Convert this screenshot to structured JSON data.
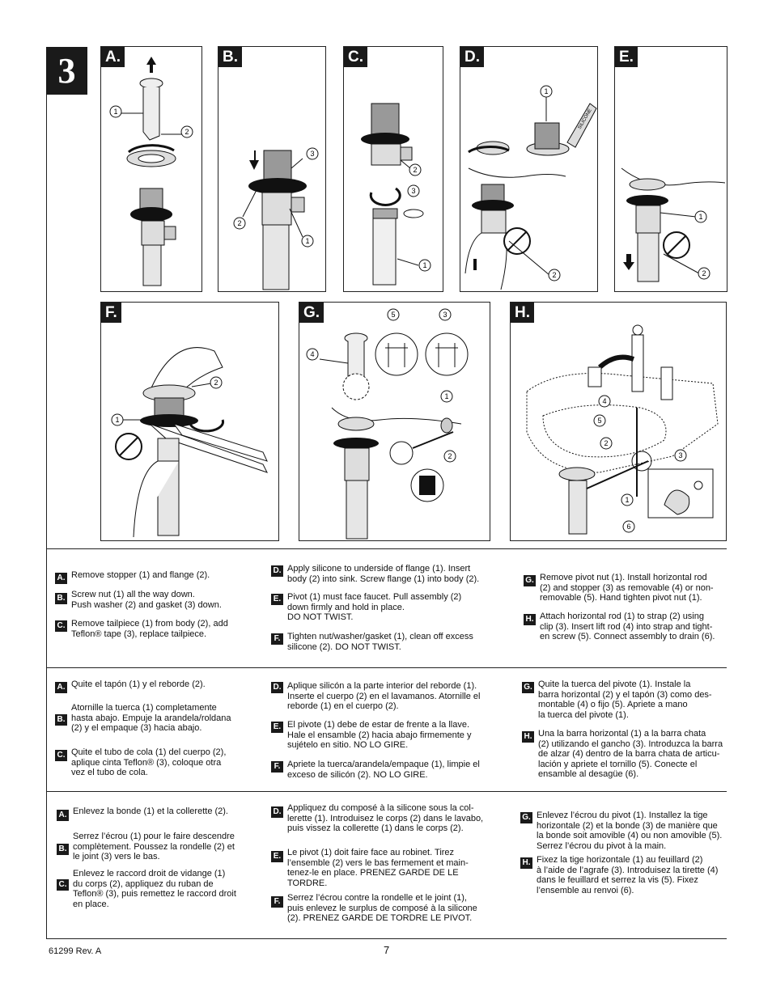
{
  "step_number": "3",
  "panels": [
    {
      "label": "A.",
      "callouts": [
        "1",
        "2"
      ]
    },
    {
      "label": "B.",
      "callouts": [
        "3",
        "2",
        "1"
      ]
    },
    {
      "label": "C.",
      "callouts": [
        "2",
        "3",
        "1"
      ]
    },
    {
      "label": "D.",
      "callouts": [
        "1",
        "2"
      ],
      "tube_text": "SILICONE"
    },
    {
      "label": "E.",
      "callouts": [
        "1",
        "2"
      ]
    },
    {
      "label": "F.",
      "callouts": [
        "2",
        "1"
      ]
    },
    {
      "label": "G.",
      "callouts": [
        "4",
        "5",
        "3",
        "1",
        "2"
      ]
    },
    {
      "label": "H.",
      "callouts": [
        "4",
        "5",
        "2",
        "3",
        "1",
        "6"
      ]
    }
  ],
  "english": {
    "col1": [
      {
        "tag": "A.",
        "text": "Remove stopper (1) and flange (2)."
      },
      {
        "tag": "B.",
        "text": "Screw nut (1) all the way down.\nPush washer (2) and gasket (3) down."
      },
      {
        "tag": "C.",
        "text": "Remove tailpiece (1) from body (2), add\nTeflon® tape (3), replace tailpiece."
      }
    ],
    "col2": [
      {
        "tag": "D.",
        "text": "Apply silicone to underside of flange (1). Insert\nbody (2) into sink. Screw flange (1) into body (2)."
      },
      {
        "tag": "E.",
        "text": "Pivot (1) must face faucet. Pull assembly (2)\ndown firmly and hold in place.\nDO NOT TWIST."
      },
      {
        "tag": "F.",
        "text": "Tighten nut/washer/gasket (1), clean off excess\nsilicone (2). DO NOT TWIST."
      }
    ],
    "col3": [
      {
        "tag": "G.",
        "text": "Remove pivot nut (1). Install horizontal rod\n(2) and stopper (3) as removable (4) or non-\nremovable (5). Hand tighten pivot nut (1)."
      },
      {
        "tag": "H.",
        "text": "Attach horizontal rod (1) to strap (2) using\nclip (3). Insert lift rod (4) into strap and tight-\nen screw (5). Connect assembly to drain (6)."
      }
    ]
  },
  "spanish": {
    "col1": [
      {
        "tag": "A.",
        "text": "Quite el tapón (1) y el reborde (2)."
      },
      {
        "tag": "B.",
        "text": "Atornille la tuerca (1) completamente\nhasta abajo. Empuje la arandela/roldana\n(2) y el empaque (3) hacia abajo."
      },
      {
        "tag": "C.",
        "text": "Quite el tubo de cola (1) del cuerpo (2),\naplique cinta Teflon® (3), coloque otra\nvez el tubo de cola."
      }
    ],
    "col2": [
      {
        "tag": "D.",
        "text": "Aplique silicón a la parte interior del reborde (1).\nInserte el cuerpo (2) en el lavamanos. Atornille el\nreborde (1) en el cuerpo (2)."
      },
      {
        "tag": "E.",
        "text": "El pivote (1) debe de estar de frente a la llave.\nHale el ensamble (2) hacia abajo firmemente y\nsujételo en sitio. NO LO GIRE."
      },
      {
        "tag": "F.",
        "text": "Apriete la tuerca/arandela/empaque (1), limpie el\nexceso de silicón (2). NO LO GIRE."
      }
    ],
    "col3": [
      {
        "tag": "G.",
        "text": "Quite la tuerca del pivote (1). Instale la\nbarra horizontal (2) y el tapón (3) como des-\nmontable (4) o fijo (5). Apriete a mano\nla tuerca del pivote (1)."
      },
      {
        "tag": "H.",
        "text": "Una la barra horizontal (1) a la barra chata\n(2) utilizando el gancho (3). Introduzca la barra\nde alzar (4) dentro de la barra chata de articu-\nlación y apriete el tornillo (5). Conecte el\nensamble al desagüe (6)."
      }
    ]
  },
  "french": {
    "col1": [
      {
        "tag": "A.",
        "text": "Enlevez la bonde (1) et la collerette (2)."
      },
      {
        "tag": "B.",
        "text": "Serrez l’écrou (1) pour le faire descendre\ncomplètement. Poussez la rondelle (2) et\nle joint (3) vers le bas."
      },
      {
        "tag": "C.",
        "text": "Enlevez le raccord droit de vidange (1)\ndu corps (2), appliquez du ruban de\nTeflon® (3), puis remettez le raccord droit\nen place."
      }
    ],
    "col2": [
      {
        "tag": "D.",
        "text": "Appliquez du composé à la silicone sous la col-\nlerette (1). Introduisez le corps (2) dans le lavabo,\npuis vissez la collerette (1) dans le corps (2)."
      },
      {
        "tag": "E.",
        "text": "Le pivot (1) doit faire face au robinet. Tirez\nl’ensemble (2) vers le bas fermement et main-\ntenez-le en place. PRENEZ GARDE DE LE\nTORDRE."
      },
      {
        "tag": "F.",
        "text": "Serrez l’écrou contre la rondelle et le joint (1),\npuis enlevez le surplus de composé à la silicone\n(2). PRENEZ GARDE DE TORDRE LE PIVOT."
      }
    ],
    "col3": [
      {
        "tag": "G.",
        "text": "Enlevez l’écrou du pivot (1). Installez la tige\nhorizontale (2) et la bonde (3) de manière que\nla bonde soit amovible (4) ou non amovible (5).\nSerrez l’écrou du pivot à la main."
      },
      {
        "tag": "H.",
        "text": "Fixez la tige horizontale (1) au feuillard (2)\nà l’aide de l’agrafe (3). Introduisez la tirette (4)\ndans le feuillard et serrez la vis (5). Fixez\nl’ensemble au renvoi (6)."
      }
    ]
  },
  "footer": {
    "doc_number": "61299  Rev. A",
    "page_number": "7"
  }
}
